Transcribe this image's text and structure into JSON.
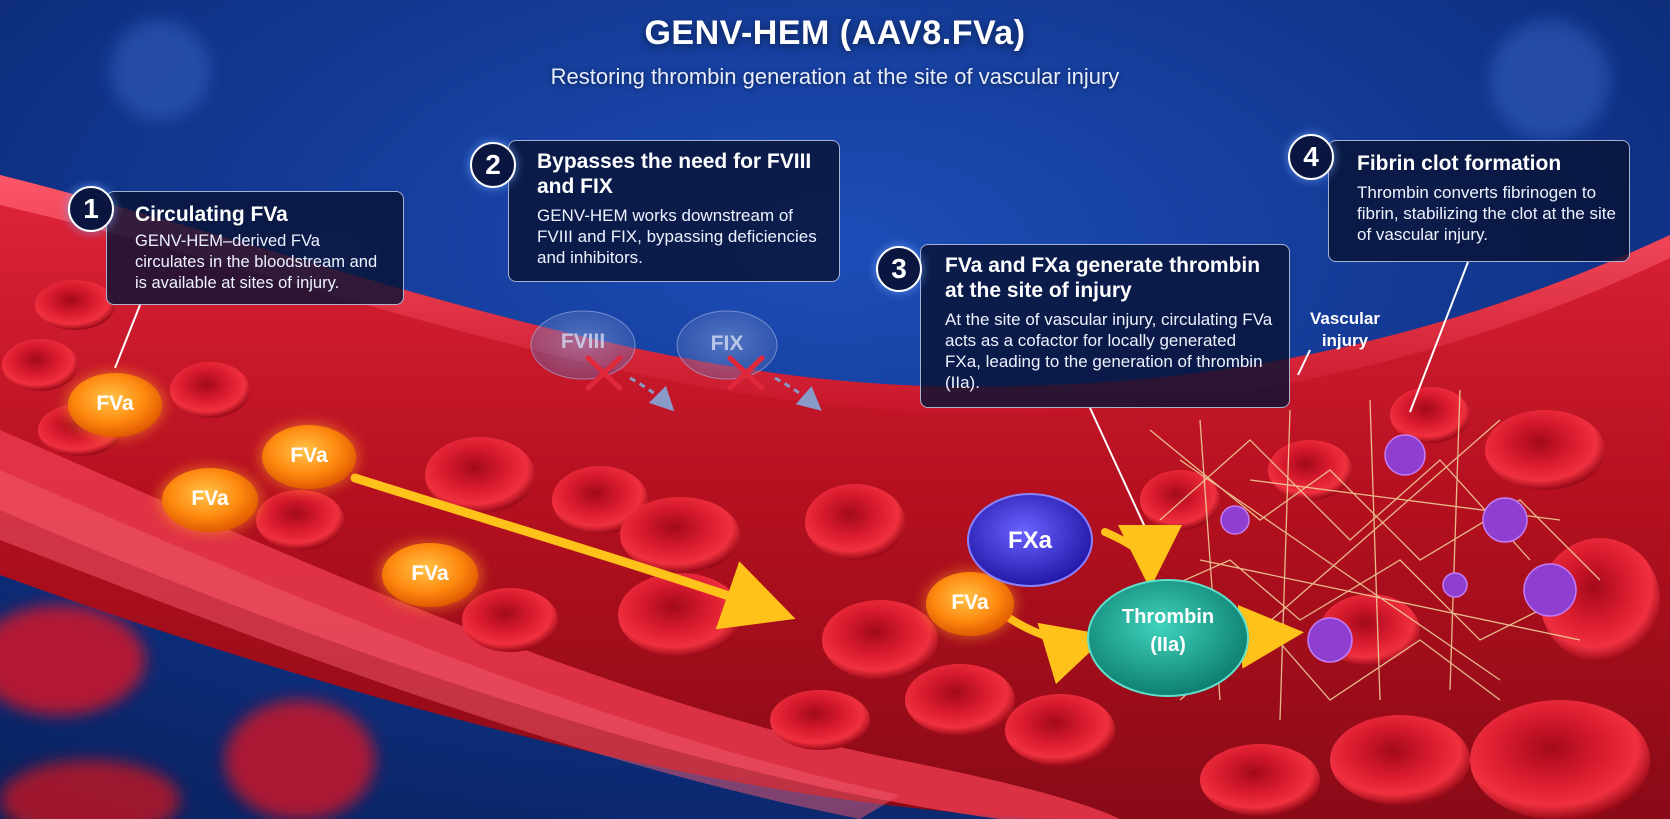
{
  "header": {
    "title": "GENV-HEM (AAV8.FVa)",
    "subtitle": "Restoring thrombin generation at the site of vascular injury"
  },
  "callouts": [
    {
      "number": "1",
      "heading": "Circulating FVa",
      "body": "GENV-HEM–derived FVa circulates in the bloodstream and is available at sites of injury."
    },
    {
      "number": "2",
      "heading": "Bypasses the need for FVIII and FIX",
      "body": "GENV-HEM works downstream of FVIII and FIX, bypassing deficiencies and inhibitors."
    },
    {
      "number": "3",
      "heading": "FVa and FXa generate thrombin at the site of injury",
      "body": "At the site of vascular injury, circulating FVa acts as a cofactor for locally generated FXa, leading to the generation of thrombin (IIa)."
    },
    {
      "number": "4",
      "heading": "Fibrin clot formation",
      "body": "Thrombin converts fibrinogen to fibrin, stabilizing the clot at the site of vascular injury."
    }
  ],
  "labels": {
    "fva": "FVa",
    "fviii": "FVIII",
    "fix": "FIX",
    "fxa": "FXa",
    "thrombin": "Thrombin",
    "thrombin_sub": "(IIa)",
    "vascular_injury_line1": "Vascular",
    "vascular_injury_line2": "injury"
  },
  "colors": {
    "background": "#0b2a6e",
    "vessel": "#c8162a",
    "fva": "#ff8a10",
    "fxa": "#3a2fd0",
    "thrombin": "#1aa592",
    "arrow": "#ffc21a",
    "platelet": "#8e3fd0"
  }
}
